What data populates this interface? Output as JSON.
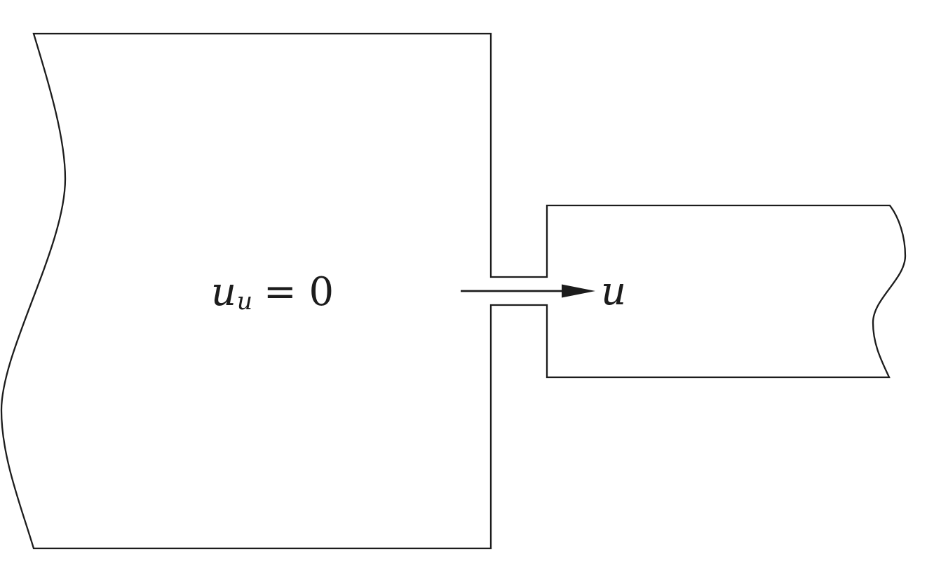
{
  "figure": {
    "labels": {
      "upstream": {
        "symbol": "u",
        "subscript": "u",
        "relation": "= 0"
      },
      "flow": {
        "symbol": "u"
      }
    },
    "colors": {
      "line": "#1c1c1c",
      "background": "#ffffff"
    }
  }
}
